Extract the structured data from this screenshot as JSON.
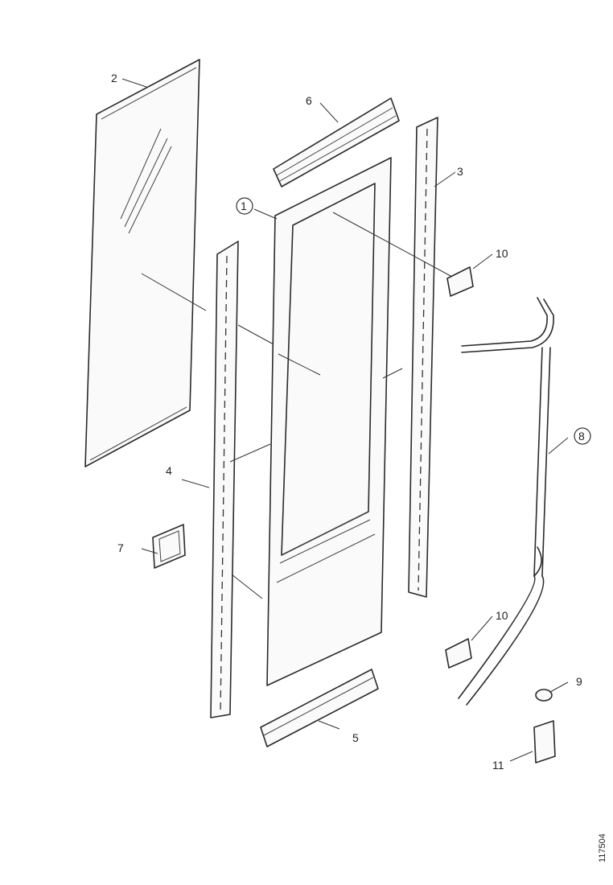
{
  "diagram": {
    "callouts": [
      {
        "id": "c1",
        "label": "1",
        "circled": true
      },
      {
        "id": "c2",
        "label": "2",
        "circled": false
      },
      {
        "id": "c3",
        "label": "3",
        "circled": false
      },
      {
        "id": "c4",
        "label": "4",
        "circled": false
      },
      {
        "id": "c5",
        "label": "5",
        "circled": false
      },
      {
        "id": "c6",
        "label": "6",
        "circled": false
      },
      {
        "id": "c7",
        "label": "7",
        "circled": false
      },
      {
        "id": "c8",
        "label": "8",
        "circled": true
      },
      {
        "id": "c9",
        "label": "9",
        "circled": false
      },
      {
        "id": "c10a",
        "label": "10",
        "circled": false
      },
      {
        "id": "c10b",
        "label": "10",
        "circled": false
      },
      {
        "id": "c11",
        "label": "11",
        "circled": false
      }
    ],
    "reference_number": "117504"
  }
}
